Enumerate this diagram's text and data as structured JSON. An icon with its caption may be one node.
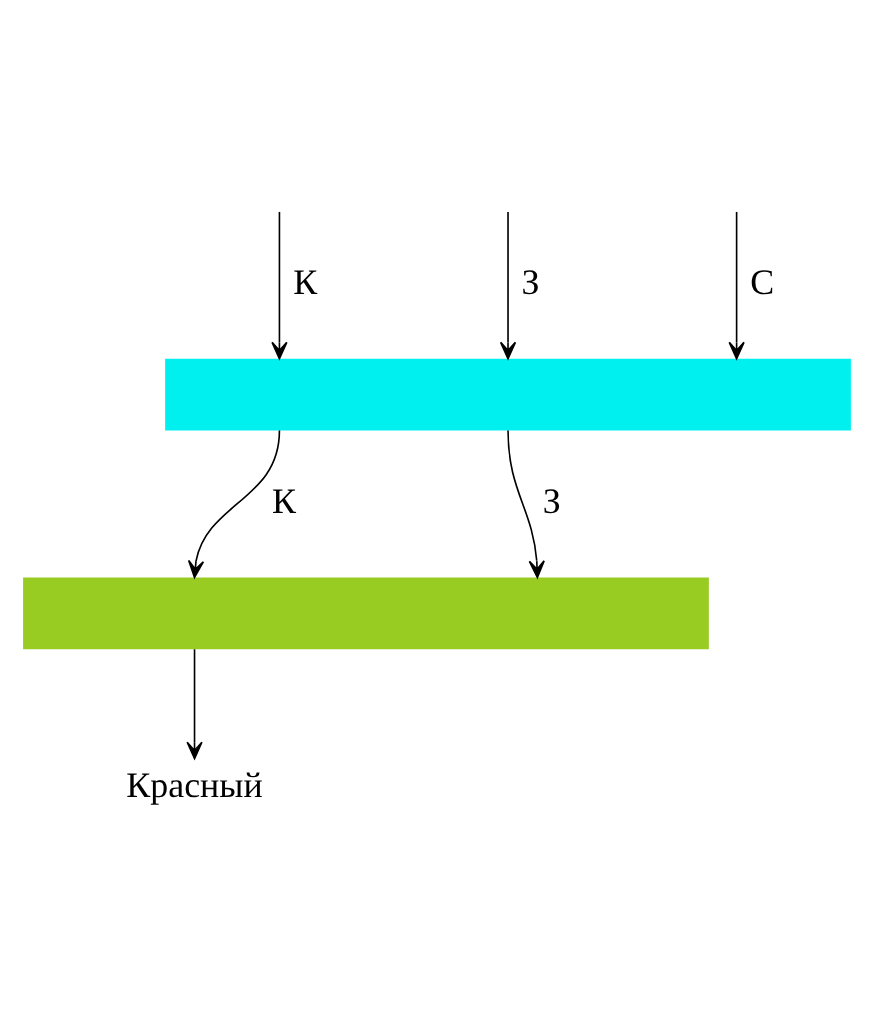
{
  "diagram": {
    "nodes": [
      {
        "text": [],
        "shape": "bar"
      },
      {
        "text": [],
        "shape": "bar"
      },
      {
        "text": [
          "Красный"
        ]
      }
    ],
    "edges": [
      {
        "from": null,
        "to": 0,
        "arrow": "to",
        "label": "К"
      },
      {
        "from": null,
        "to": 0,
        "arrow": "to",
        "label": "З"
      },
      {
        "from": null,
        "to": 0,
        "arrow": "to",
        "label": "С"
      },
      {
        "from": 0,
        "to": 1,
        "arrow": "to",
        "label": "К"
      },
      {
        "from": 0,
        "to": 1,
        "arrow": "to",
        "label": "З"
      },
      {
        "from": 1,
        "to": 2,
        "arrow": "to"
      }
    ]
  }
}
